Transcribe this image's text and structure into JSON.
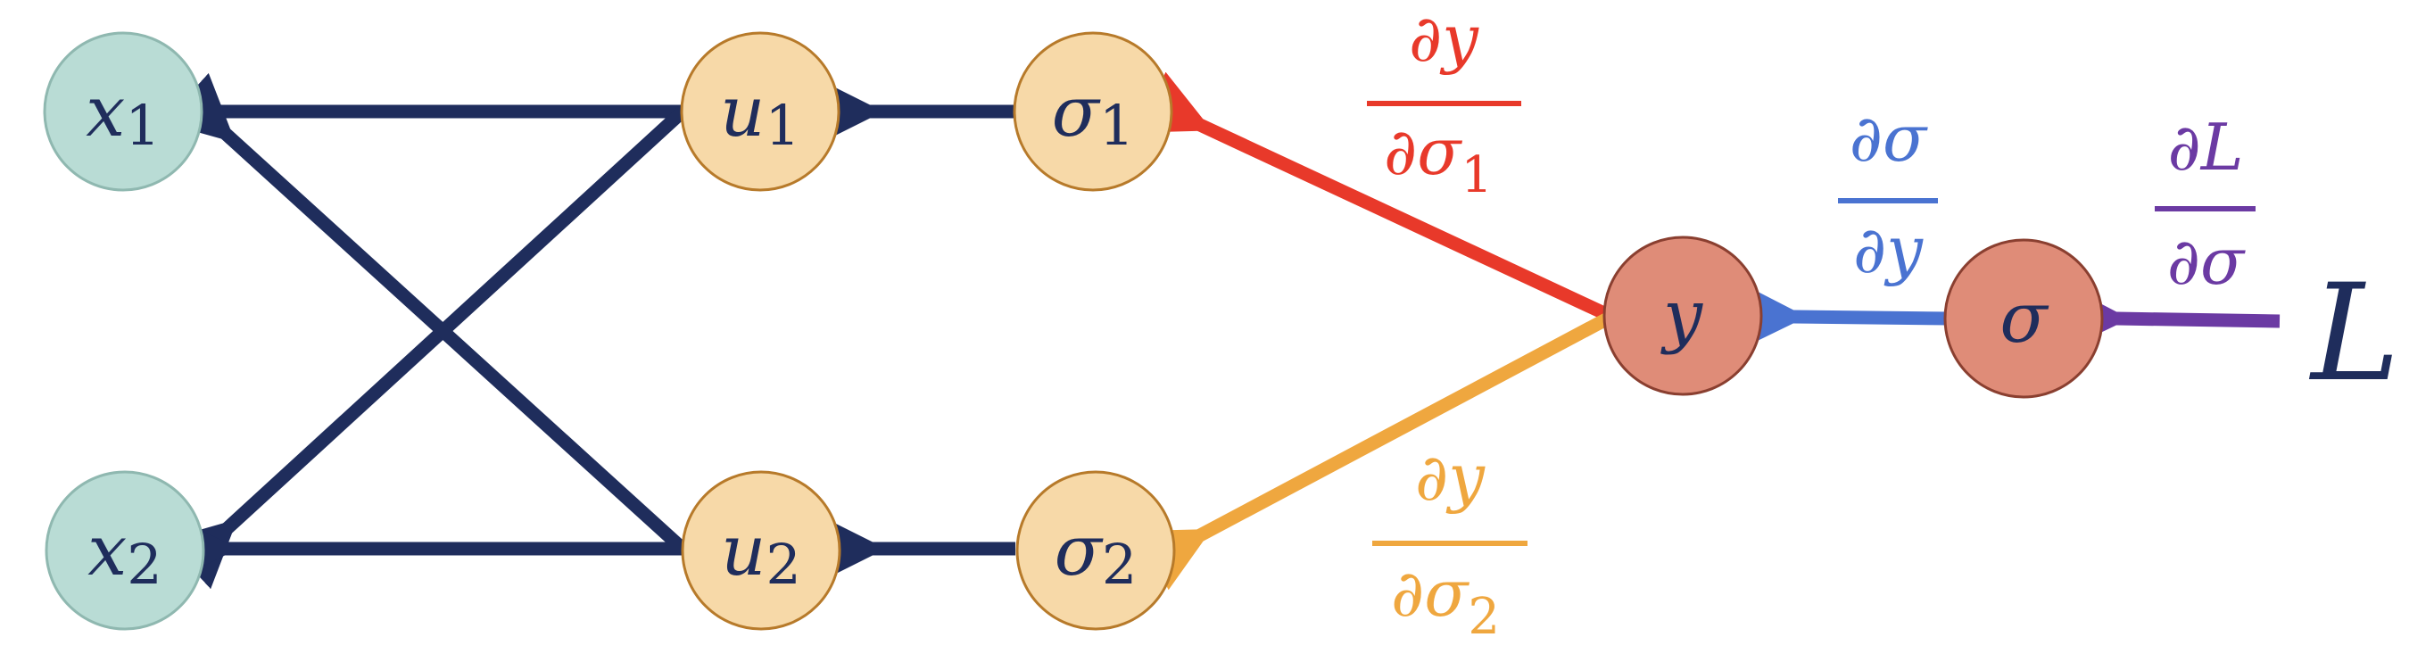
{
  "nodes": {
    "x1": {
      "base": "x",
      "sub": "1"
    },
    "x2": {
      "base": "x",
      "sub": "2"
    },
    "u1": {
      "base": "u",
      "sub": "1"
    },
    "u2": {
      "base": "u",
      "sub": "2"
    },
    "s1": {
      "base": "σ",
      "sub": "1"
    },
    "s2": {
      "base": "σ",
      "sub": "2"
    },
    "y": {
      "base": "y"
    },
    "sigma": {
      "base": "σ"
    }
  },
  "loss": "L",
  "derivatives": {
    "dy_ds1": {
      "num": "∂y",
      "den_base": "∂σ",
      "den_sub": "1"
    },
    "dy_ds2": {
      "num": "∂y",
      "den_base": "∂σ",
      "den_sub": "2"
    },
    "ds_dy": {
      "num": "∂σ",
      "den": "∂y"
    },
    "dL_ds": {
      "num": "∂L",
      "den": "∂σ"
    }
  },
  "colors": {
    "navy": "#1f2d5c",
    "red": "#e8392a",
    "orange": "#efa73f",
    "blue": "#4a73d1",
    "purple": "#6b3aa3",
    "input_fill": "#b9dcd5",
    "hidden_fill": "#f7d9a8",
    "output_fill": "#df8c78"
  }
}
